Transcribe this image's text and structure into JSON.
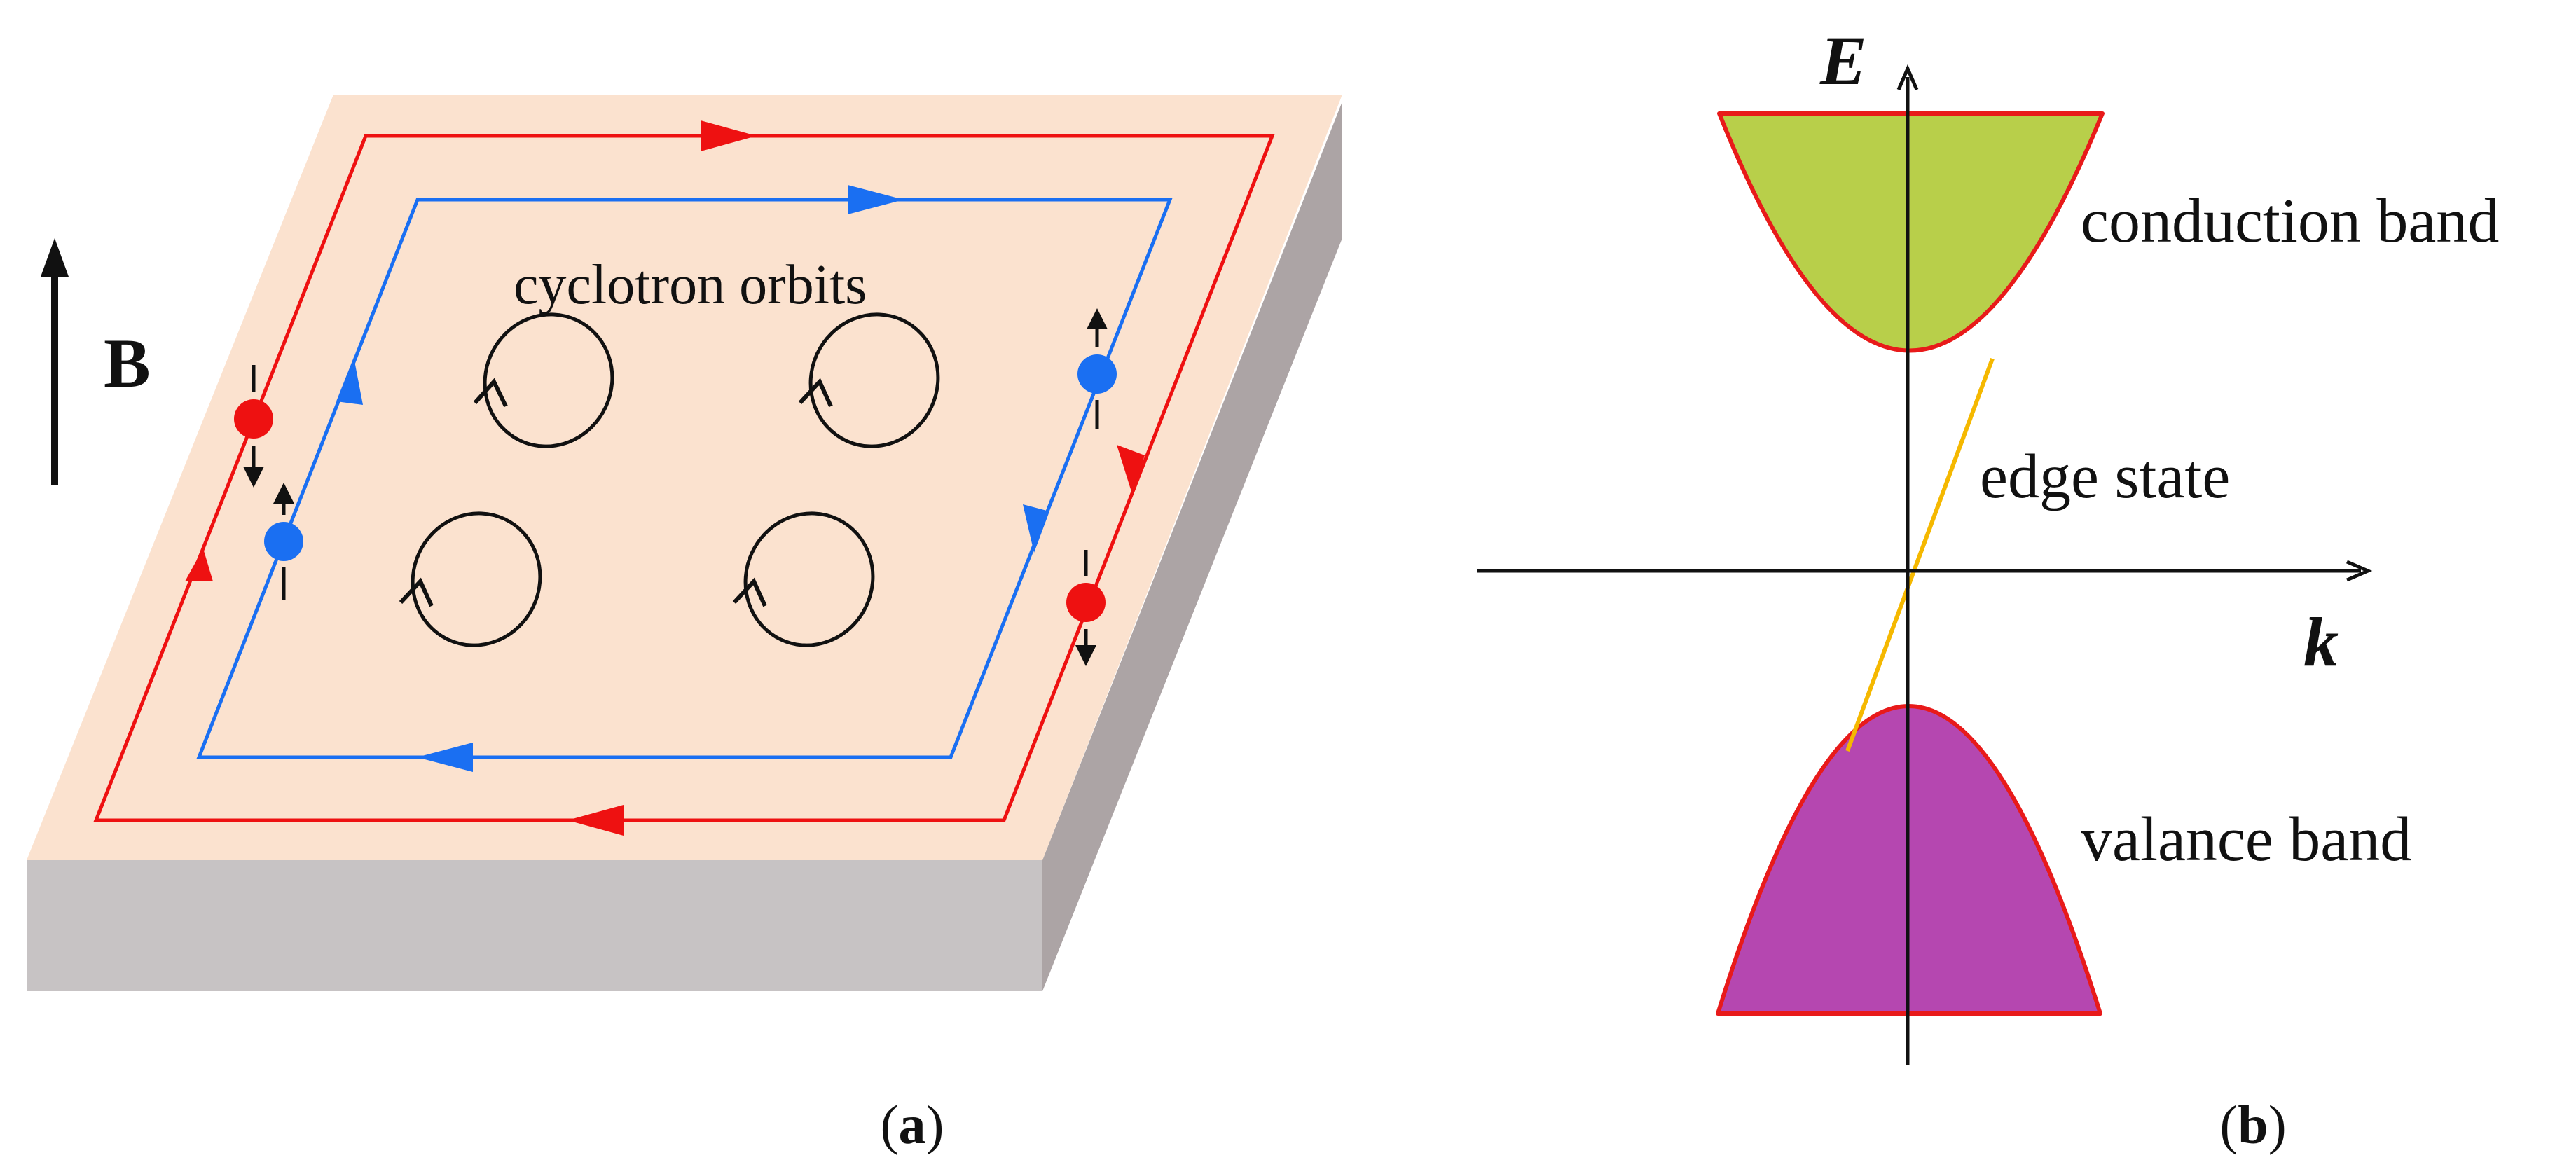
{
  "panel_a": {
    "b_label": "B",
    "orbits_label": "cyclotron orbits",
    "caption_open": "(",
    "caption_letter": "a",
    "caption_close": ")",
    "colors": {
      "slab_top": "#fbe2cf",
      "slab_front": "#c7c3c4",
      "slab_side": "#aca4a5",
      "outer_edge": "#ee1111",
      "inner_edge": "#1a6ff2",
      "orbit": "#111111"
    }
  },
  "panel_b": {
    "e_axis_label": "E",
    "k_axis_label": "k",
    "conduction_label": "conduction band",
    "edge_label": "edge state",
    "valence_label": "valance band",
    "caption_open": "(",
    "caption_letter": "b",
    "caption_close": ")",
    "colors": {
      "conduction_fill": "#b8cf4a",
      "valence_fill": "#b547b0",
      "band_edge": "#e81a1a",
      "edge_state": "#f5b800"
    }
  }
}
